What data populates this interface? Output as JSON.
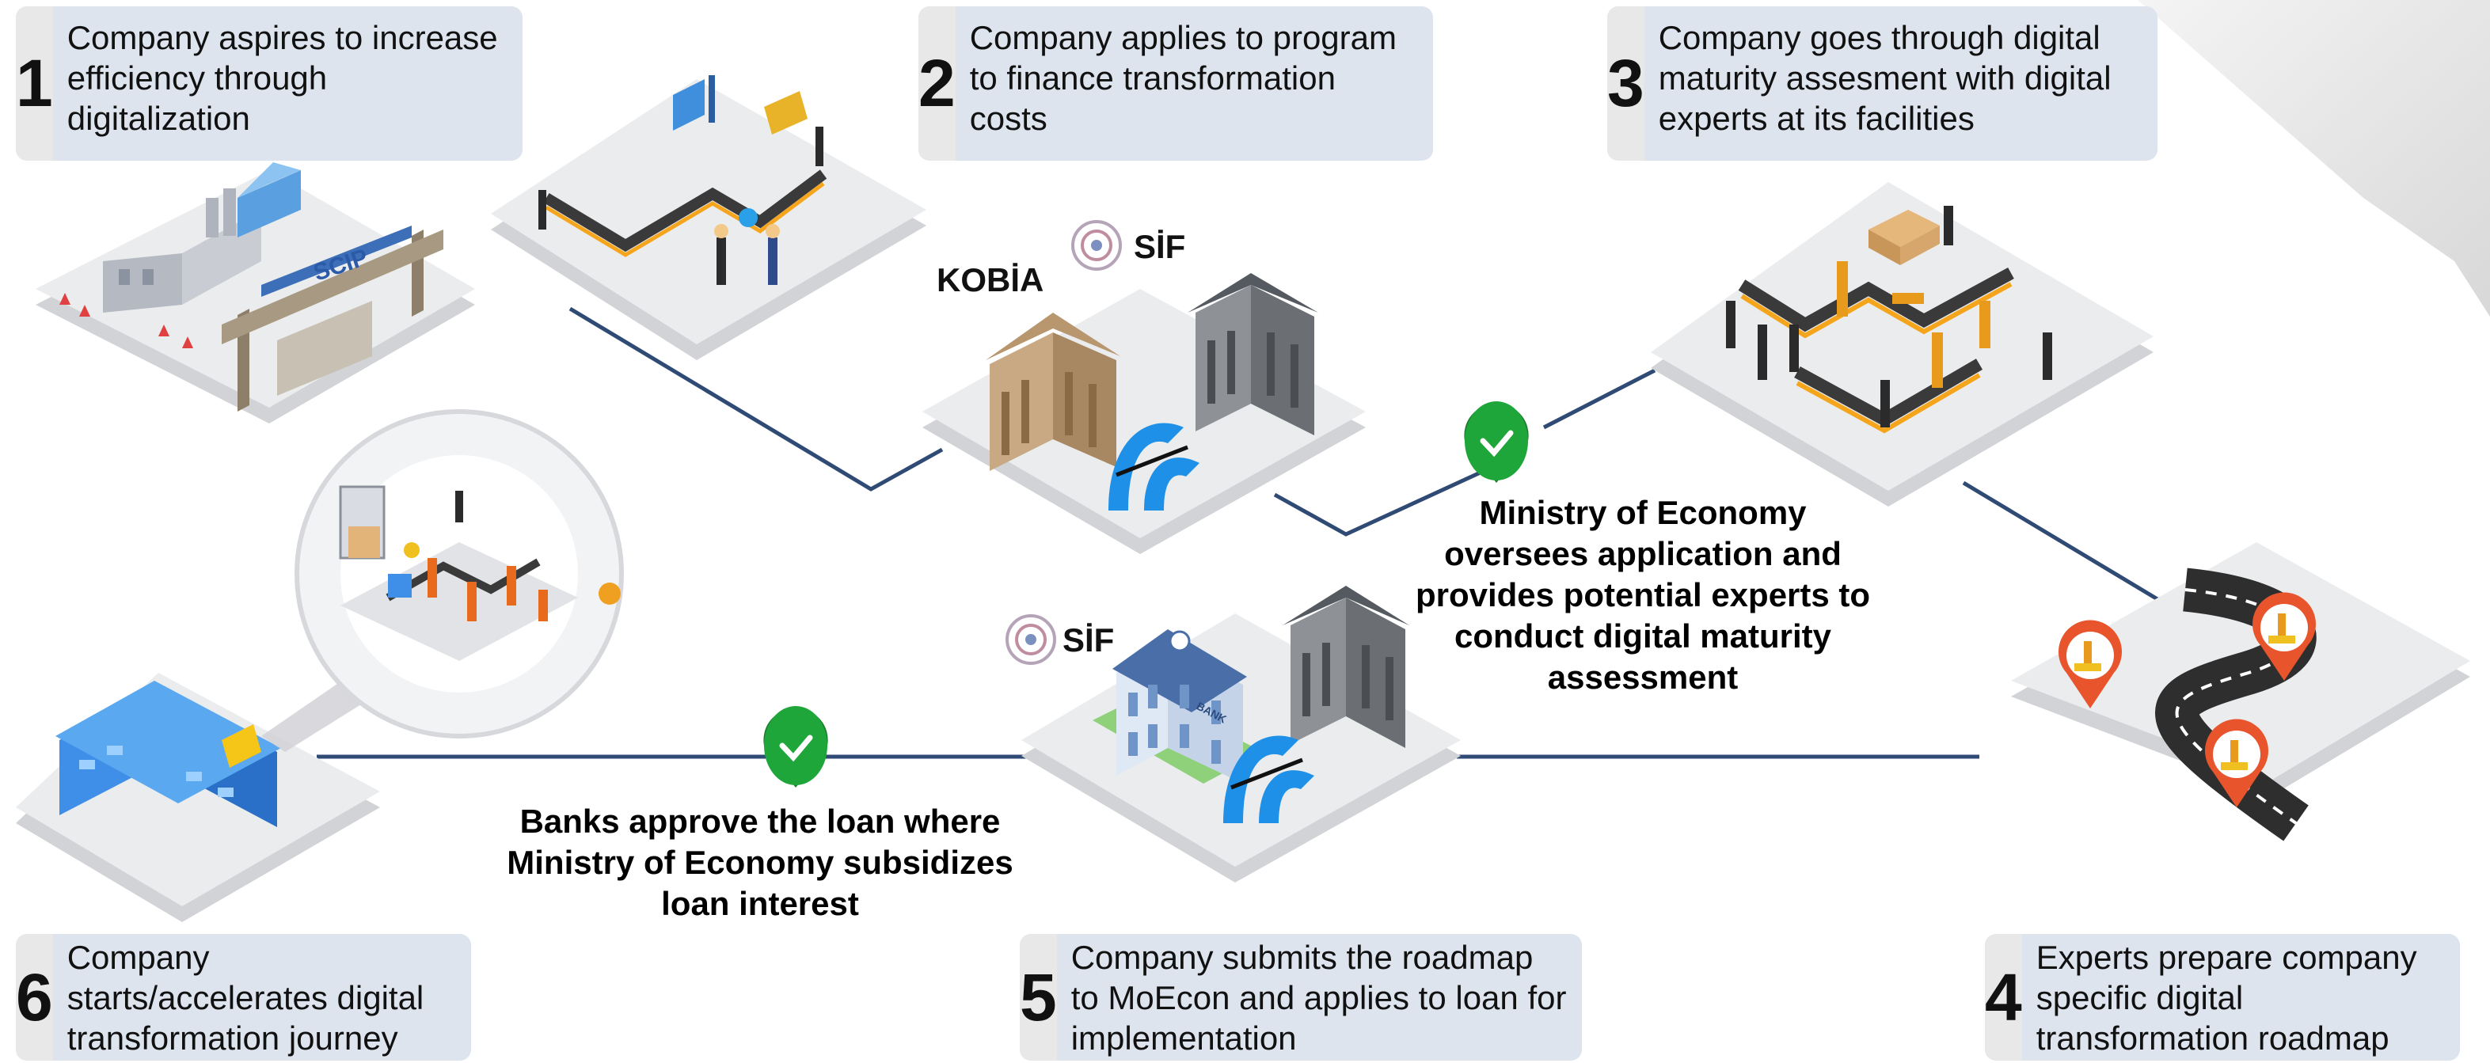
{
  "steps": [
    {
      "number": "1",
      "text": "Company aspires to increase efficiency through digitalization"
    },
    {
      "number": "2",
      "text": "Company applies to program to finance transformation costs"
    },
    {
      "number": "3",
      "text": "Company goes through digital maturity assesment with digital experts at its facilities"
    },
    {
      "number": "4",
      "text": "Experts prepare company specific digital transformation roadmap"
    },
    {
      "number": "5",
      "text": "Company submits the roadmap to MoEcon and applies to loan for implementation"
    },
    {
      "number": "6",
      "text": "Company starts/accelerates digital transformation journey"
    }
  ],
  "callouts": {
    "ministry": "Ministry of Economy oversees application and provides potential experts to conduct digital maturity assessment",
    "banks": "Banks approve the loan where Ministry of Economy subsidizes loan interest"
  },
  "labels": {
    "kobia": "KOBİA",
    "sif_top": "SİF",
    "sif_bottom": "SİF",
    "scip": "SCIP",
    "bank_sign": "BANK"
  },
  "colors": {
    "step_box": "#dde4ee",
    "number_box": "#e8e8e8",
    "connector": "#2f4a74",
    "check_green": "#1fa63a",
    "platform": "#e4e5e8",
    "conveyor": "#f5a51c",
    "pin_orange": "#e8542b",
    "building_blue": "#2f7fd8",
    "lira_blue": "#1e90e8"
  },
  "icons": [
    "check-icon",
    "lira-icon",
    "map-pin-icon",
    "robot-arm-icon",
    "building-icon"
  ]
}
